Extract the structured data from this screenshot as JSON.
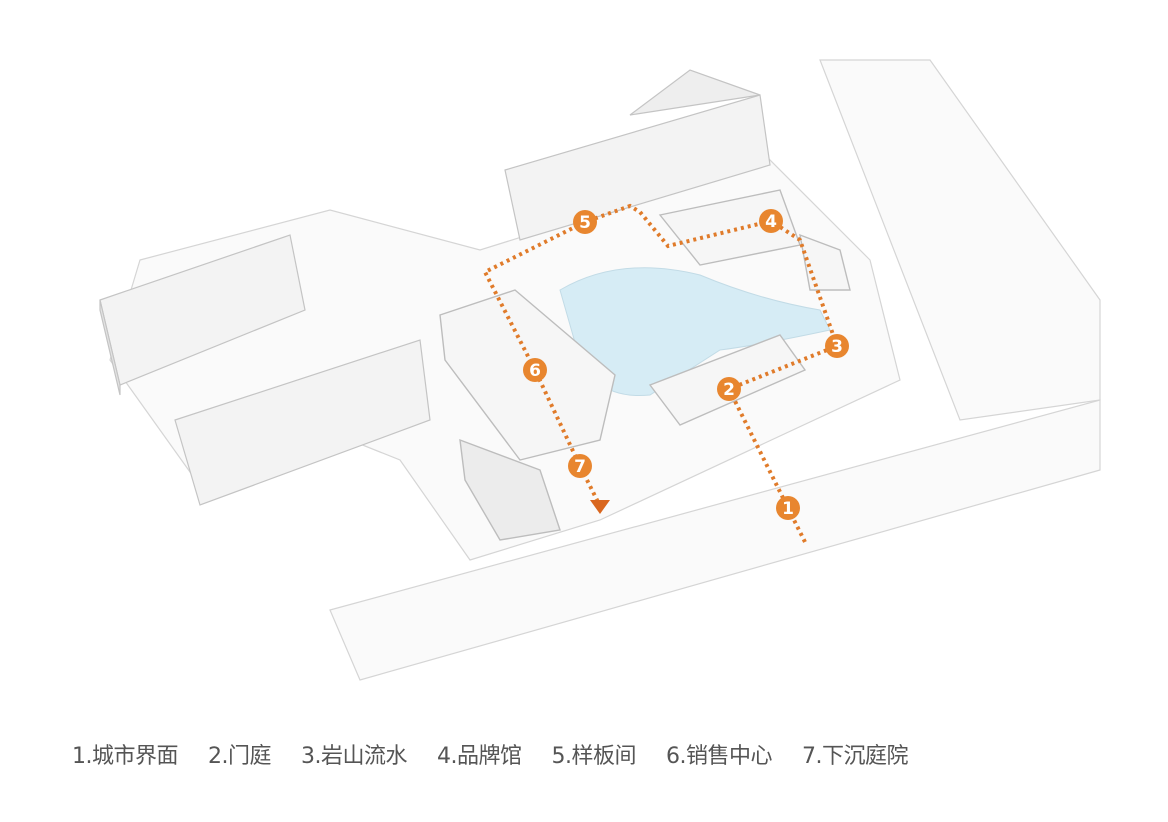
{
  "colors": {
    "route": "#e07b2a",
    "marker": "#e8862f",
    "water": "#d6ecf5",
    "building": "#f4f4f4",
    "edge": "#c8c8c8"
  },
  "markers": [
    {
      "label": "1"
    },
    {
      "label": "2"
    },
    {
      "label": "3"
    },
    {
      "label": "4"
    },
    {
      "label": "5"
    },
    {
      "label": "6"
    },
    {
      "label": "7"
    }
  ],
  "legend": [
    "1.城市界面",
    "2.门庭",
    "3.岩山流水",
    "4.品牌馆",
    "5.样板间",
    "6.销售中心",
    "7.下沉庭院"
  ]
}
